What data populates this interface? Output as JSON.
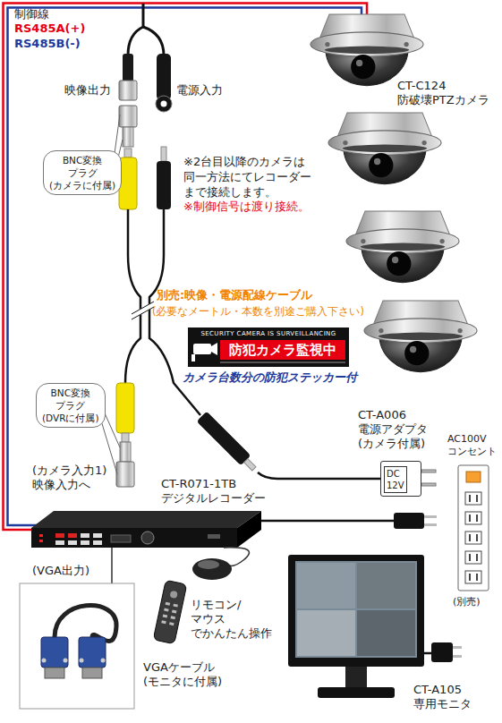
{
  "diagram": {
    "nodes": [
      {
        "text": [
          "BNC変換 プラグ (カメラに付属)"
        ]
      },
      {
        "text": [
          "SECURITY CAMERA IS SURVEILLANCING",
          "防犯カメラ監視中"
        ]
      },
      {
        "text": [
          "BNC変換 プラグ (DVRに付属)"
        ]
      },
      {
        "text": [
          "DC 12V"
        ]
      }
    ],
    "labels": [
      "制御線",
      "RS485A(+)",
      "RS485B(-)",
      "映像出力",
      "電源入力",
      "※2台目以降のカメラは 同一方法にてレコーダー まで接続します。",
      "※制御信号は渡り接続。",
      "CT-C124 防破壊PTZカメラ",
      "別売:映像・電源配線ケーブル",
      "(必要なメートル・本数を別途ご購入下さい)",
      "カメラ台数分の防犯ステッカー付",
      "(カメラ入力1) 映像入力へ",
      "CT-A006 電源アダプタ (カメラ付属)",
      "AC100V コンセント",
      "CT-R071-1TB デジタルレコーダー",
      "(VGA出力)",
      "リモコン/マウス でかんたん操作",
      "VGAケーブル (モニタに付属)",
      "(別売)",
      "CT-A105 専用モニタ"
    ]
  }
}
